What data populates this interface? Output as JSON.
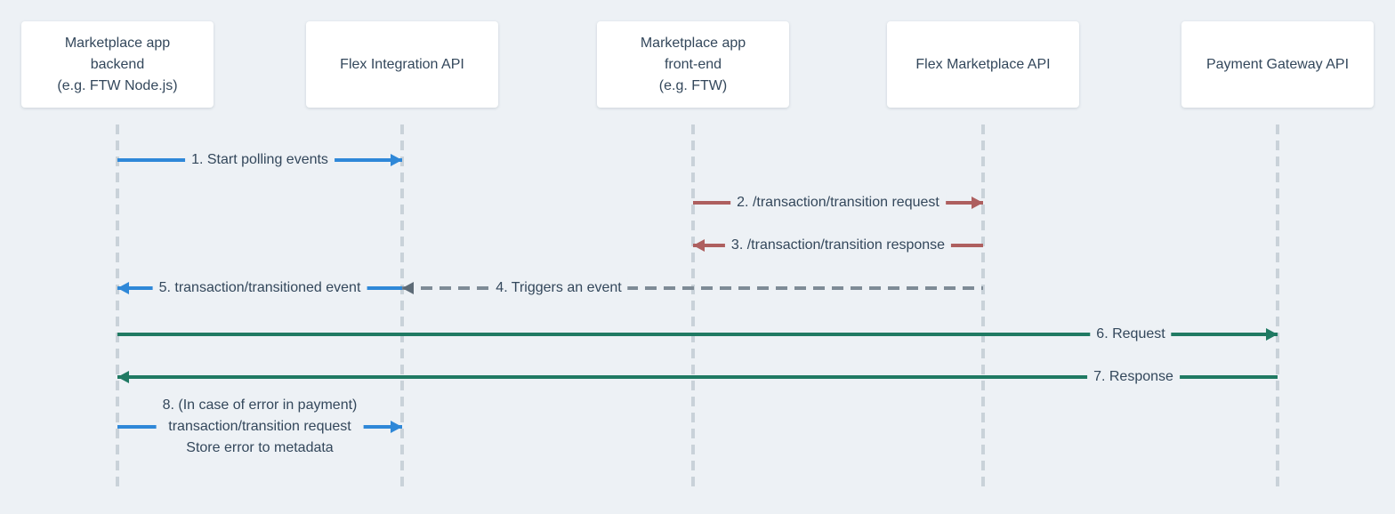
{
  "participants": [
    {
      "id": "marketplace-backend",
      "label": "Marketplace app\nbackend\n(e.g. FTW Node.js)"
    },
    {
      "id": "flex-integration-api",
      "label": "Flex Integration API"
    },
    {
      "id": "marketplace-frontend",
      "label": "Marketplace app\nfront-end\n(e.g. FTW)"
    },
    {
      "id": "flex-marketplace-api",
      "label": "Flex Marketplace API"
    },
    {
      "id": "payment-gateway-api",
      "label": "Payment Gateway API"
    }
  ],
  "messages": [
    {
      "label": "1. Start polling events",
      "from": "Marketplace app backend",
      "to": "Flex Integration API",
      "color": "#2f88d8",
      "line_style": "solid",
      "direction": "right"
    },
    {
      "label": "2. /transaction/transition request",
      "from": "Marketplace app front-end",
      "to": "Flex Marketplace API",
      "color": "#ae5f5f",
      "line_style": "solid",
      "direction": "right"
    },
    {
      "label": "3. /transaction/transition response",
      "from": "Flex Marketplace API",
      "to": "Marketplace app front-end",
      "color": "#ae5f5f",
      "line_style": "solid",
      "direction": "left"
    },
    {
      "label": "4. Triggers an event",
      "from": "Flex Marketplace API",
      "to": "Flex Integration API",
      "color": "#7e8b96",
      "line_style": "dashed",
      "direction": "left"
    },
    {
      "label": "5. transaction/transitioned event",
      "from": "Flex Integration API",
      "to": "Marketplace app backend",
      "color": "#2f88d8",
      "line_style": "solid",
      "direction": "left"
    },
    {
      "label": "6. Request",
      "from": "Marketplace app backend",
      "to": "Payment Gateway API",
      "color": "#207a63",
      "line_style": "solid",
      "direction": "right"
    },
    {
      "label": "7. Response",
      "from": "Payment Gateway API",
      "to": "Marketplace app backend",
      "color": "#207a63",
      "line_style": "solid",
      "direction": "left"
    },
    {
      "label": "8. (In case of error in payment)\ntransaction/transition request\nStore error to metadata",
      "from": "Marketplace app backend",
      "to": "Flex Integration API",
      "color": "#2f88d8",
      "line_style": "solid",
      "direction": "right"
    }
  ],
  "colors": {
    "background": "#edf1f5",
    "participant_box": "#ffffff",
    "text": "#33475b",
    "lifeline": "#c9d2d9",
    "blue_arrow": "#2f88d8",
    "red_arrow": "#ae5f5f",
    "green_arrow": "#207a63",
    "gray_dashed_line": "#7e8b96",
    "gray_arrowhead": "#5d6b77"
  }
}
